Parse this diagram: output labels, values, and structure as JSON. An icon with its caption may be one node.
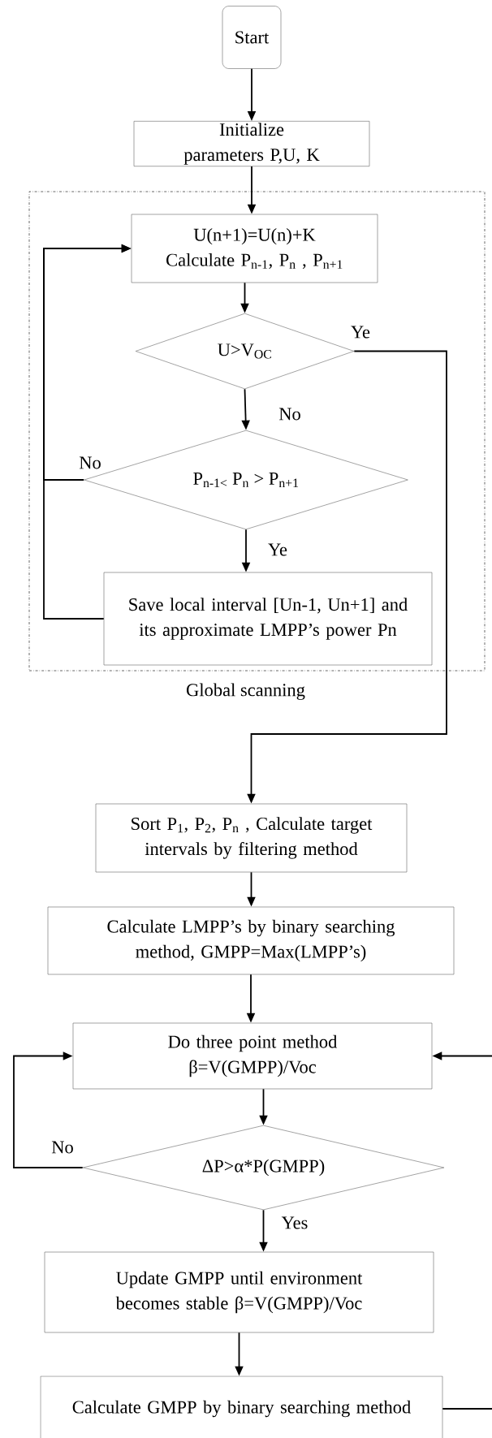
{
  "diagram": {
    "nodes": [
      {
        "text": [
          "Start"
        ]
      },
      {
        "text": [
          "Initialize parameters P,U, K"
        ]
      },
      {
        "text": [
          "Global scanning"
        ]
      },
      {
        "text": [
          "U(n+1)=U(n)+K",
          "Calculate P$_{n-1}$, P$_{n}$ , P$_{n+1}$"
        ],
        "in": 2
      },
      {
        "text": [
          "U>V$_{OC}$"
        ],
        "in": 2
      },
      {
        "text": [
          "P$_{n-1<}$ P$_{n}$ > P$_{n+1}$"
        ],
        "in": 2
      },
      {
        "text": [
          "Save local interval [Un-1, Un+1] and its approximate LMPP’s power Pn"
        ],
        "in": 2
      },
      {
        "text": [
          "Sort P$_{1}$, P$_{2}$, P$_{n}$ , Calculate target intervals by filtering method"
        ]
      },
      {
        "text": [
          "Calculate LMPP’s by binary searching method, GMPP=Max(LMPP’s)"
        ]
      },
      {
        "text": [
          "Do three point method",
          "β=V(GMPP)/Voc"
        ]
      },
      {
        "text": [
          "ΔP>α*P(GMPP)"
        ]
      },
      {
        "text": [
          "Update GMPP until environment becomes stable β=V(GMPP)/Voc"
        ]
      },
      {
        "text": [
          "Calculate GMPP by binary searching method"
        ]
      }
    ],
    "edges": [
      {
        "from": 0,
        "to": 1,
        "arrow": "to"
      },
      {
        "from": 1,
        "to": 3,
        "arrow": "to"
      },
      {
        "from": 3,
        "to": 4,
        "arrow": "to"
      },
      {
        "from": 4,
        "to": 7,
        "arrow": "to",
        "label": "Ye"
      },
      {
        "from": 4,
        "to": 5,
        "arrow": "to",
        "label": "No"
      },
      {
        "from": 5,
        "to": 3,
        "arrow": "to",
        "label": "No"
      },
      {
        "from": 5,
        "to": 6,
        "arrow": "to",
        "label": "Ye"
      },
      {
        "from": 6,
        "to": 3,
        "arrow": "to"
      },
      {
        "from": 7,
        "to": 8,
        "arrow": "to"
      },
      {
        "from": 8,
        "to": 9,
        "arrow": "to"
      },
      {
        "from": 9,
        "to": 10,
        "arrow": "to"
      },
      {
        "from": 10,
        "to": 9,
        "arrow": "to",
        "label": "No"
      },
      {
        "from": 10,
        "to": 11,
        "arrow": "to",
        "label": "Yes"
      },
      {
        "from": 11,
        "to": 12,
        "arrow": "to"
      },
      {
        "from": 12,
        "to": 9,
        "arrow": "to"
      }
    ]
  }
}
